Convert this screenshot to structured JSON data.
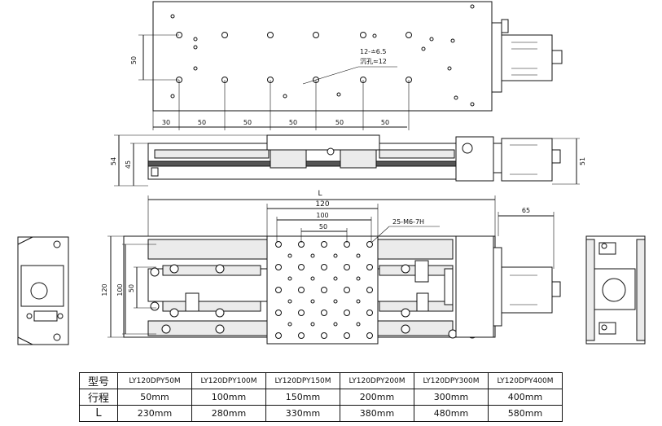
{
  "top_view": {
    "dim_pitch_labels": [
      "30",
      "50",
      "50",
      "50",
      "50",
      "50"
    ],
    "dim_height": "50",
    "hole_note_line1": "12-≐6.5",
    "hole_note_line2": "沉孔≈12"
  },
  "side_view": {
    "dim_54": "54",
    "dim_45": "45",
    "dim_51": "51"
  },
  "front_view": {
    "dim_L": "L",
    "dim_120_top": "120",
    "dim_100_top": "100",
    "dim_50_top": "50",
    "dim_65": "65",
    "thread_note": "25-M6-7H",
    "dim_120_left": "120",
    "dim_100_left": "100",
    "dim_50_left": "50"
  },
  "spec_table": {
    "row_model_label": "型号",
    "row_travel_label": "行程",
    "row_length_label": "L",
    "models": [
      "LY120DPY50M",
      "LY120DPY100M",
      "LY120DPY150M",
      "LY120DPY200M",
      "LY120DPY300M",
      "LY120DPY400M"
    ],
    "travels": [
      "50mm",
      "100mm",
      "150mm",
      "200mm",
      "300mm",
      "400mm"
    ],
    "lengths": [
      "230mm",
      "280mm",
      "330mm",
      "380mm",
      "480mm",
      "580mm"
    ]
  }
}
